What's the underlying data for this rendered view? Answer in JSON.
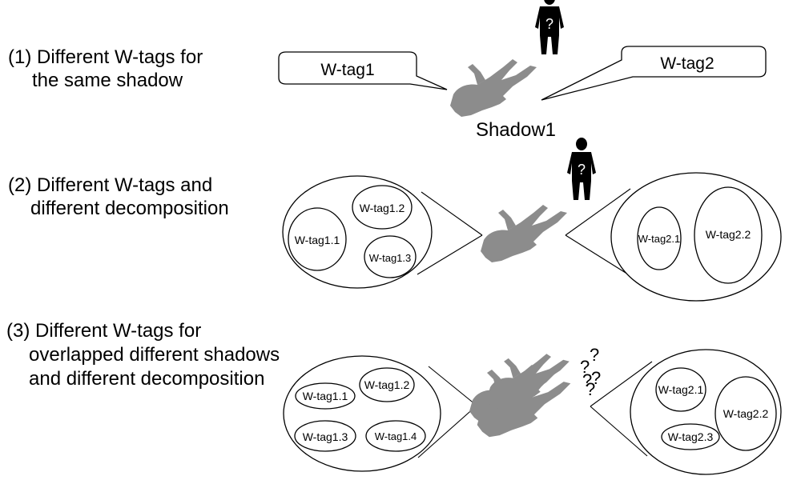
{
  "sections": [
    {
      "line1": "(1) Different W-tags for",
      "line2": "the same shadow",
      "left_tag": "W-tag1",
      "right_tag": "W-tag2",
      "shadow_label": "Shadow1",
      "person_mark": "?"
    },
    {
      "line1": "(2) Different W-tags and",
      "line2": "different decomposition",
      "person_mark": "?",
      "left_tags": [
        "W-tag1.1",
        "W-tag1.2",
        "W-tag1.3"
      ],
      "right_tags": [
        "W-tag2.1",
        "W-tag2.2"
      ]
    },
    {
      "line1": "(3) Different W-tags for",
      "line2": "overlapped different shadows",
      "line3": "and different decomposition",
      "question_marks": [
        "?",
        "?",
        "?",
        "?",
        "?"
      ],
      "left_tags": [
        "W-tag1.1",
        "W-tag1.2",
        "W-tag1.3",
        "W-tag1.4"
      ],
      "right_tags": [
        "W-tag2.1",
        "W-tag2.2",
        "W-tag2.3"
      ]
    }
  ],
  "colors": {
    "shadow": "#8c8c8c",
    "outline": "#000000",
    "background": "#ffffff"
  }
}
